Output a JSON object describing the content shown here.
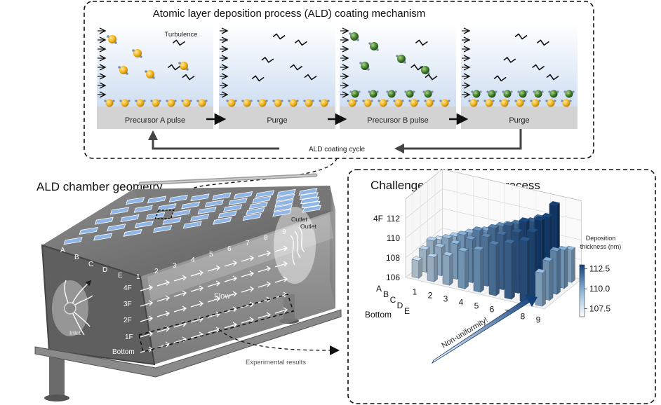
{
  "ald_mechanism": {
    "title": "Atomic layer deposition process (ALD) coating mechanism",
    "turbulence_label": "Turbulence",
    "steps": [
      "Precursor A pulse",
      "Purge",
      "Precursor B pulse",
      "Purge"
    ],
    "cycle_label": "ALD coating cycle"
  },
  "chamber": {
    "title": "ALD chamber geometry",
    "row_labels": [
      "A",
      "B",
      "C",
      "D",
      "E"
    ],
    "column_labels": [
      "1",
      "2",
      "3",
      "4",
      "5",
      "6",
      "7",
      "8",
      "9"
    ],
    "floor_labels": [
      "4F",
      "3F",
      "2F",
      "1F",
      "Bottom"
    ],
    "flow_label": "Flow",
    "inlet_label": "Inlet",
    "outlet_label_1": "Outlet",
    "outlet_label_2": "Outlet",
    "experimental_results_label": "Experimental results"
  },
  "challenge": {
    "title": "Challenge of deposition process",
    "floor_label": "4F",
    "bottom_label": "Bottom",
    "nonuniformity_label": "Non-uniformity!",
    "colorbar_title_1": "Deposition",
    "colorbar_title_2": "thickness (nm)",
    "colorbar_ticks": [
      "112.5",
      "110.0",
      "107.5"
    ]
  },
  "chart_data": {
    "type": "bar3d",
    "title": "Challenge of deposition process",
    "x_categories": [
      "1",
      "2",
      "3",
      "4",
      "5",
      "6",
      "7",
      "8",
      "9"
    ],
    "y_categories": [
      "A",
      "B",
      "C",
      "D",
      "E"
    ],
    "z_ticks": [
      106,
      108,
      110,
      112
    ],
    "z_range": [
      106,
      114
    ],
    "values_layer_bottom": [
      [
        107.8,
        108.5,
        109.0,
        109.8,
        110.3,
        111.2,
        111.7,
        112.3,
        109.4
      ],
      [
        108.3,
        108.9,
        109.6,
        110.4,
        111.0,
        111.6,
        112.2,
        112.6,
        110.0
      ],
      [
        108.6,
        109.2,
        109.9,
        110.7,
        111.3,
        111.9,
        112.7,
        113.2,
        110.4
      ],
      [
        108.1,
        108.8,
        109.5,
        110.1,
        110.9,
        111.5,
        112.1,
        112.9,
        109.9
      ],
      [
        107.6,
        108.3,
        109.1,
        109.7,
        110.4,
        111.0,
        111.8,
        113.5,
        109.3
      ]
    ],
    "colorbar": {
      "min": 106.5,
      "max": 113,
      "ticks": [
        112.5,
        110.0,
        107.5
      ],
      "colors": [
        "#ffffff",
        "#1a4f8a"
      ]
    }
  }
}
